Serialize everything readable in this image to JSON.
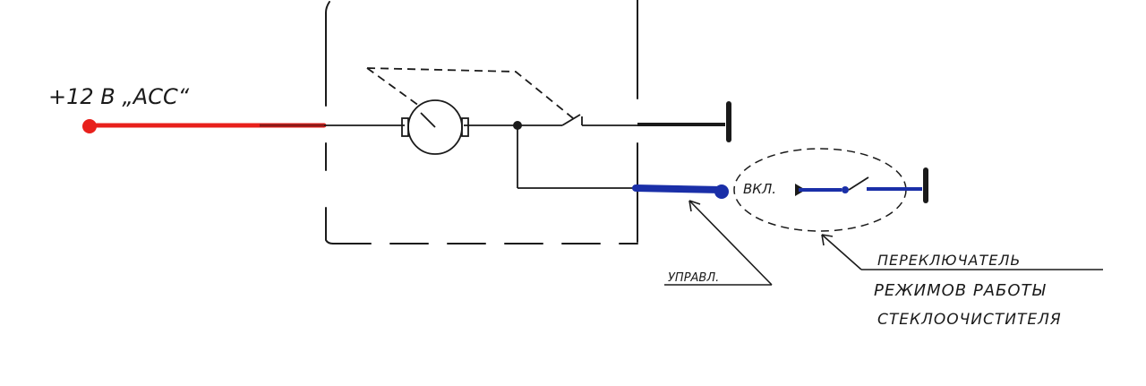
{
  "labels": {
    "supply": "+12 В „АСС“",
    "on": "ВКЛ.",
    "control": "УПРАВЛ.",
    "switch_line1": "ПЕРЕКЛЮЧАТЕЛЬ",
    "switch_line2": "РЕЖИМОВ РАБОТЫ",
    "switch_line3": "СТЕКЛООЧИСТИТЕЛЯ"
  },
  "colors": {
    "supply_wire": "#e8201c",
    "control_wire": "#1a2fa8",
    "ink": "#1a1a1a",
    "background": "#ffffff"
  }
}
